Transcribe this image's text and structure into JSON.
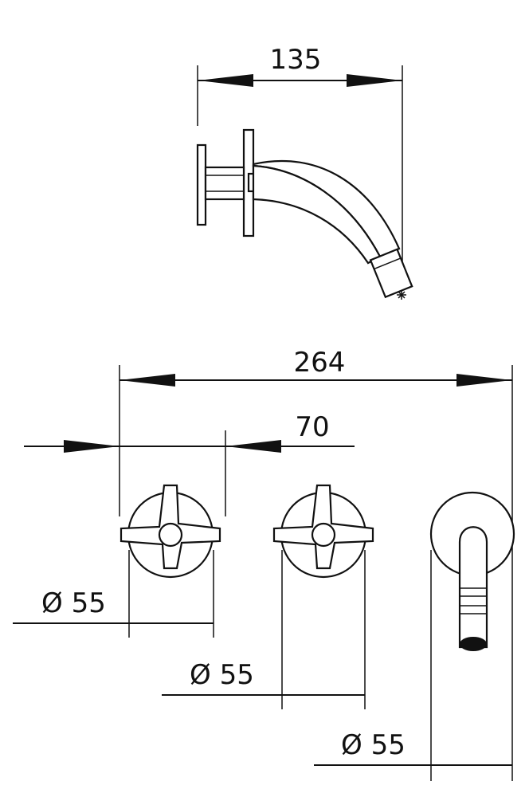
{
  "dimensions": {
    "spout_projection": "135",
    "overall_width": "264",
    "handle_spacing": "70",
    "handle_left_diameter": "Ø 55",
    "handle_right_diameter": "Ø 55",
    "spout_rosette_diameter": "Ø 55"
  },
  "icons": {
    "handle": "cross-handle-icon",
    "spout": "spout-icon"
  }
}
